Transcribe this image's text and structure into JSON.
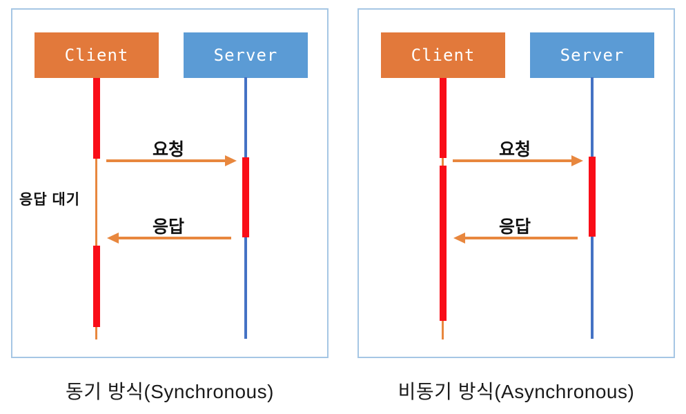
{
  "colors": {
    "panel_border": "#A5C6E4",
    "client_box": "#E2793B",
    "server_box": "#5B9BD5",
    "client_line": "#E8873E",
    "server_line": "#4472C4",
    "activation": "#F90D18",
    "arrow": "#E8873E",
    "label_text": "#111111",
    "box_text": "#FFFFFF",
    "caption_text": "#1A1A1A"
  },
  "panels": [
    {
      "client_label": "Client",
      "server_label": "Server",
      "request_label": "요청",
      "response_label": "응답",
      "wait_label": "응답 대기",
      "caption": "동기 방식(Synchronous)"
    },
    {
      "client_label": "Client",
      "server_label": "Server",
      "request_label": "요청",
      "response_label": "응답",
      "caption": "비동기 방식(Asynchronous)"
    }
  ]
}
